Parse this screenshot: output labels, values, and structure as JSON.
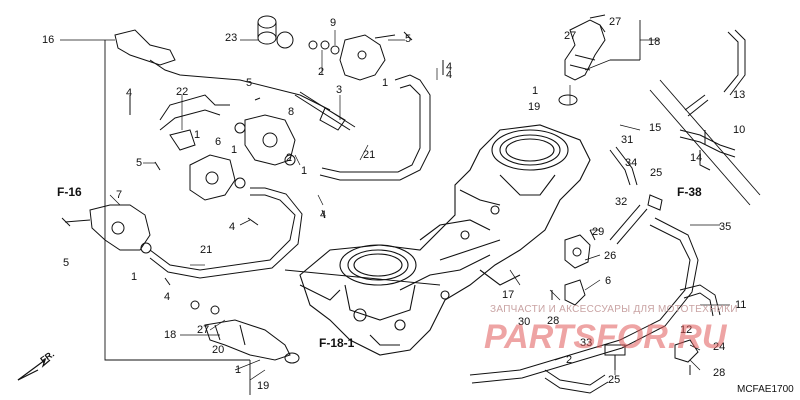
{
  "diagram": {
    "code": "MCFAE1700",
    "front_marker": "FR.",
    "references": [
      "F-16",
      "F-38",
      "F-18-1"
    ],
    "watermark": {
      "text": "ЗАПЧАСТИ И АКСЕССУАРЫ ДЛЯ МОТОТЕХНИКИ",
      "logo": "PARTSFOR.RU"
    },
    "callouts": [
      "16",
      "23",
      "9",
      "5",
      "4",
      "4",
      "3",
      "2",
      "1",
      "22",
      "5",
      "1",
      "8",
      "1",
      "6",
      "5",
      "21",
      "2",
      "7",
      "4",
      "4",
      "5",
      "1",
      "4",
      "21",
      "1",
      "18",
      "27",
      "20",
      "1",
      "19",
      "30",
      "28",
      "17",
      "27",
      "27",
      "18",
      "1",
      "19",
      "13",
      "15",
      "31",
      "10",
      "14",
      "34",
      "25",
      "32",
      "35",
      "29",
      "26",
      "6",
      "11",
      "24",
      "12",
      "33",
      "2",
      "25",
      "28",
      "4"
    ]
  }
}
